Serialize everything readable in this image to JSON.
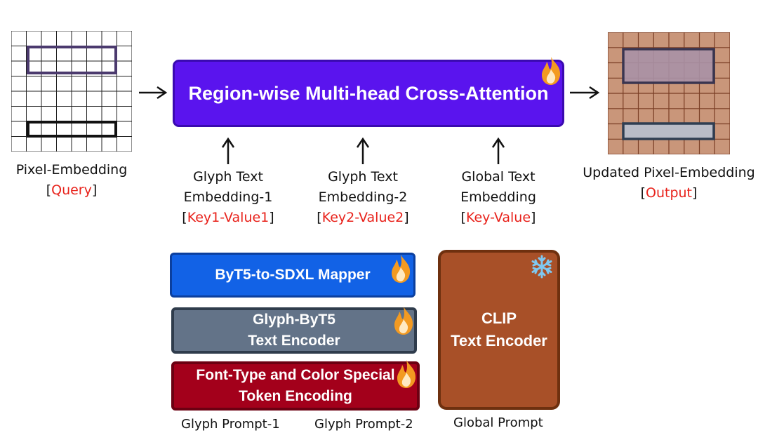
{
  "left_grid": {
    "caption": "Pixel-Embedding",
    "role_open": "[",
    "role": "Query",
    "role_close": "]"
  },
  "right_grid": {
    "caption": "Updated Pixel-Embedding",
    "role_open": "[",
    "role": "Output",
    "role_close": "]"
  },
  "attention_block": {
    "label": "Region-wise Multi-head Cross-Attention"
  },
  "inputs": [
    {
      "line1": "Glyph Text",
      "line2": "Embedding-1",
      "role_open": "[",
      "role": "Key1-Value1",
      "role_close": "]"
    },
    {
      "line1": "Glyph Text",
      "line2": "Embedding-2",
      "role_open": "[",
      "role": "Key2-Value2",
      "role_close": "]"
    },
    {
      "line1": "Global Text",
      "line2": "Embedding",
      "role_open": "[",
      "role": "Key-Value",
      "role_close": "]"
    }
  ],
  "encoders": {
    "mapper": "ByT5-to-SDXL Mapper",
    "glyph_line1": "Glyph-ByT5",
    "glyph_line2": "Text Encoder",
    "token_line1": "Font-Type and Color Special",
    "token_line2": "Token Encoding",
    "clip_line1": "CLIP",
    "clip_line2": "Text Encoder"
  },
  "prompts": {
    "glyph1": "Glyph Prompt-1",
    "glyph2": "Glyph Prompt-2",
    "global": "Global Prompt"
  },
  "icons": {
    "trainable": "flame-icon",
    "frozen": "snowflake-icon"
  },
  "colors": {
    "attention": "#5a14ee",
    "mapper": "#1262e6",
    "glyph_encoder": "#637388",
    "token_encoding": "#a3001b",
    "clip_encoder": "#a85028",
    "highlight_text": "#e8221b",
    "output_grid": "#c9967a"
  }
}
